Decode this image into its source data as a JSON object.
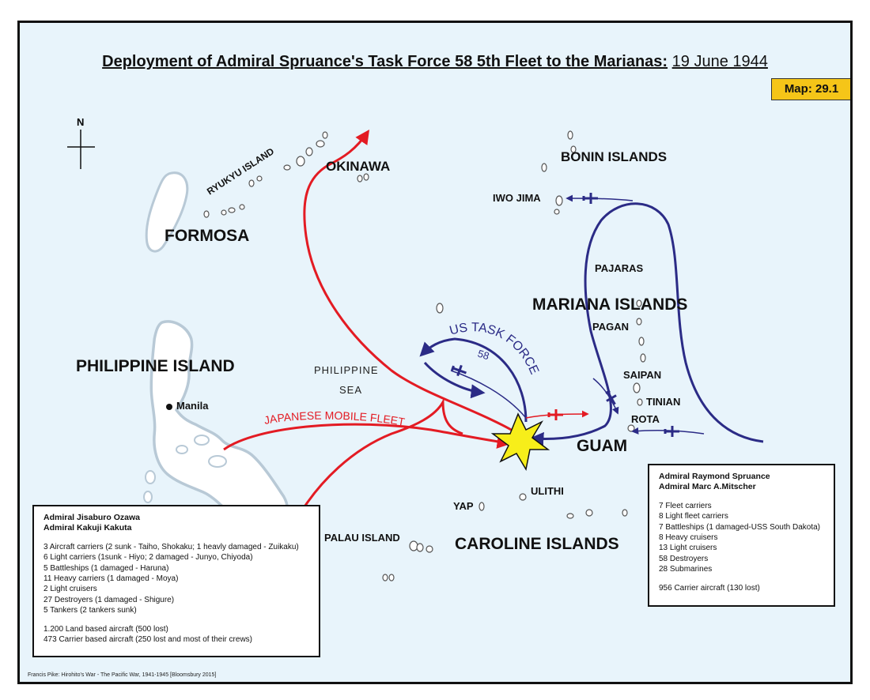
{
  "title": {
    "main": "Deployment of Admiral Spruance's Task Force 58 5th Fleet to the Marianas:",
    "date": "19 June 1944",
    "map_number": "Map: 29.1"
  },
  "compass": {
    "north_label": "N"
  },
  "places": {
    "formosa": "FORMOSA",
    "ryukyu": "RYUKYU ISLAND",
    "okinawa": "OKINAWA",
    "bonin": "BONIN ISLANDS",
    "iwo_jima": "IWO JIMA",
    "pajaras": "PAJARAS",
    "mariana": "MARIANA ISLANDS",
    "pagan": "PAGAN",
    "saipan": "SAIPAN",
    "tinian": "TINIAN",
    "rota": "ROTA",
    "guam": "GUAM",
    "philippine_island": "PHILIPPINE ISLAND",
    "manila": "Manila",
    "philippine_sea_1": "PHILIPPINE",
    "philippine_sea_2": "SEA",
    "ulithi": "ULITHI",
    "yap": "YAP",
    "palau": "PALAU ISLAND",
    "caroline": "CAROLINE ISLANDS"
  },
  "forces": {
    "us_task_force": "US TASK FORCE",
    "us_task_force_number": "58",
    "japanese_fleet": "JAPANESE MOBILE FLEET"
  },
  "japanese_box": {
    "commanders": [
      "Admiral Jisaburo Ozawa",
      "Admiral Kakuji Kakuta"
    ],
    "ships": [
      "3 Aircraft carriers (2 sunk - Taiho, Shokaku; 1 heavly damaged - Zuikaku)",
      "6 Light carriers (1sunk - Hiyo; 2 damaged - Junyo, Chiyoda)",
      "5 Battleships (1 damaged - Haruna)",
      "11 Heavy carriers (1 damaged - Moya)",
      "2 Light cruisers",
      "27 Destroyers (1 damaged - Shigure)",
      "5 Tankers (2 tankers sunk)"
    ],
    "aircraft": [
      "1.200 Land based aircraft (500 lost)",
      "473 Carrier based aircraft (250 lost and most of their crews)"
    ]
  },
  "us_box": {
    "commanders": [
      "Admiral Raymond Spruance",
      "Admiral Marc A.Mitscher"
    ],
    "ships": [
      "7 Fleet carriers",
      "8 Light fleet carriers",
      "7 Battleships (1 damaged-USS South Dakota)",
      "8 Heavy cruisers",
      "13 Light cruisers",
      "58 Destroyers",
      "28 Submarines"
    ],
    "aircraft": [
      "956 Carrier aircraft (130 lost)"
    ]
  },
  "credit": "Francis Pike: Hirohito's War - The Pacific War, 1941-1945 [Bloomsbury 2015]",
  "colors": {
    "sea": "#e8f4fb",
    "land": "#ffffff",
    "coast": "#b8c9d6",
    "japan_red": "#e31b23",
    "us_blue": "#2b2b86",
    "badge": "#f5c518",
    "explosion": "#f7ee1a"
  }
}
